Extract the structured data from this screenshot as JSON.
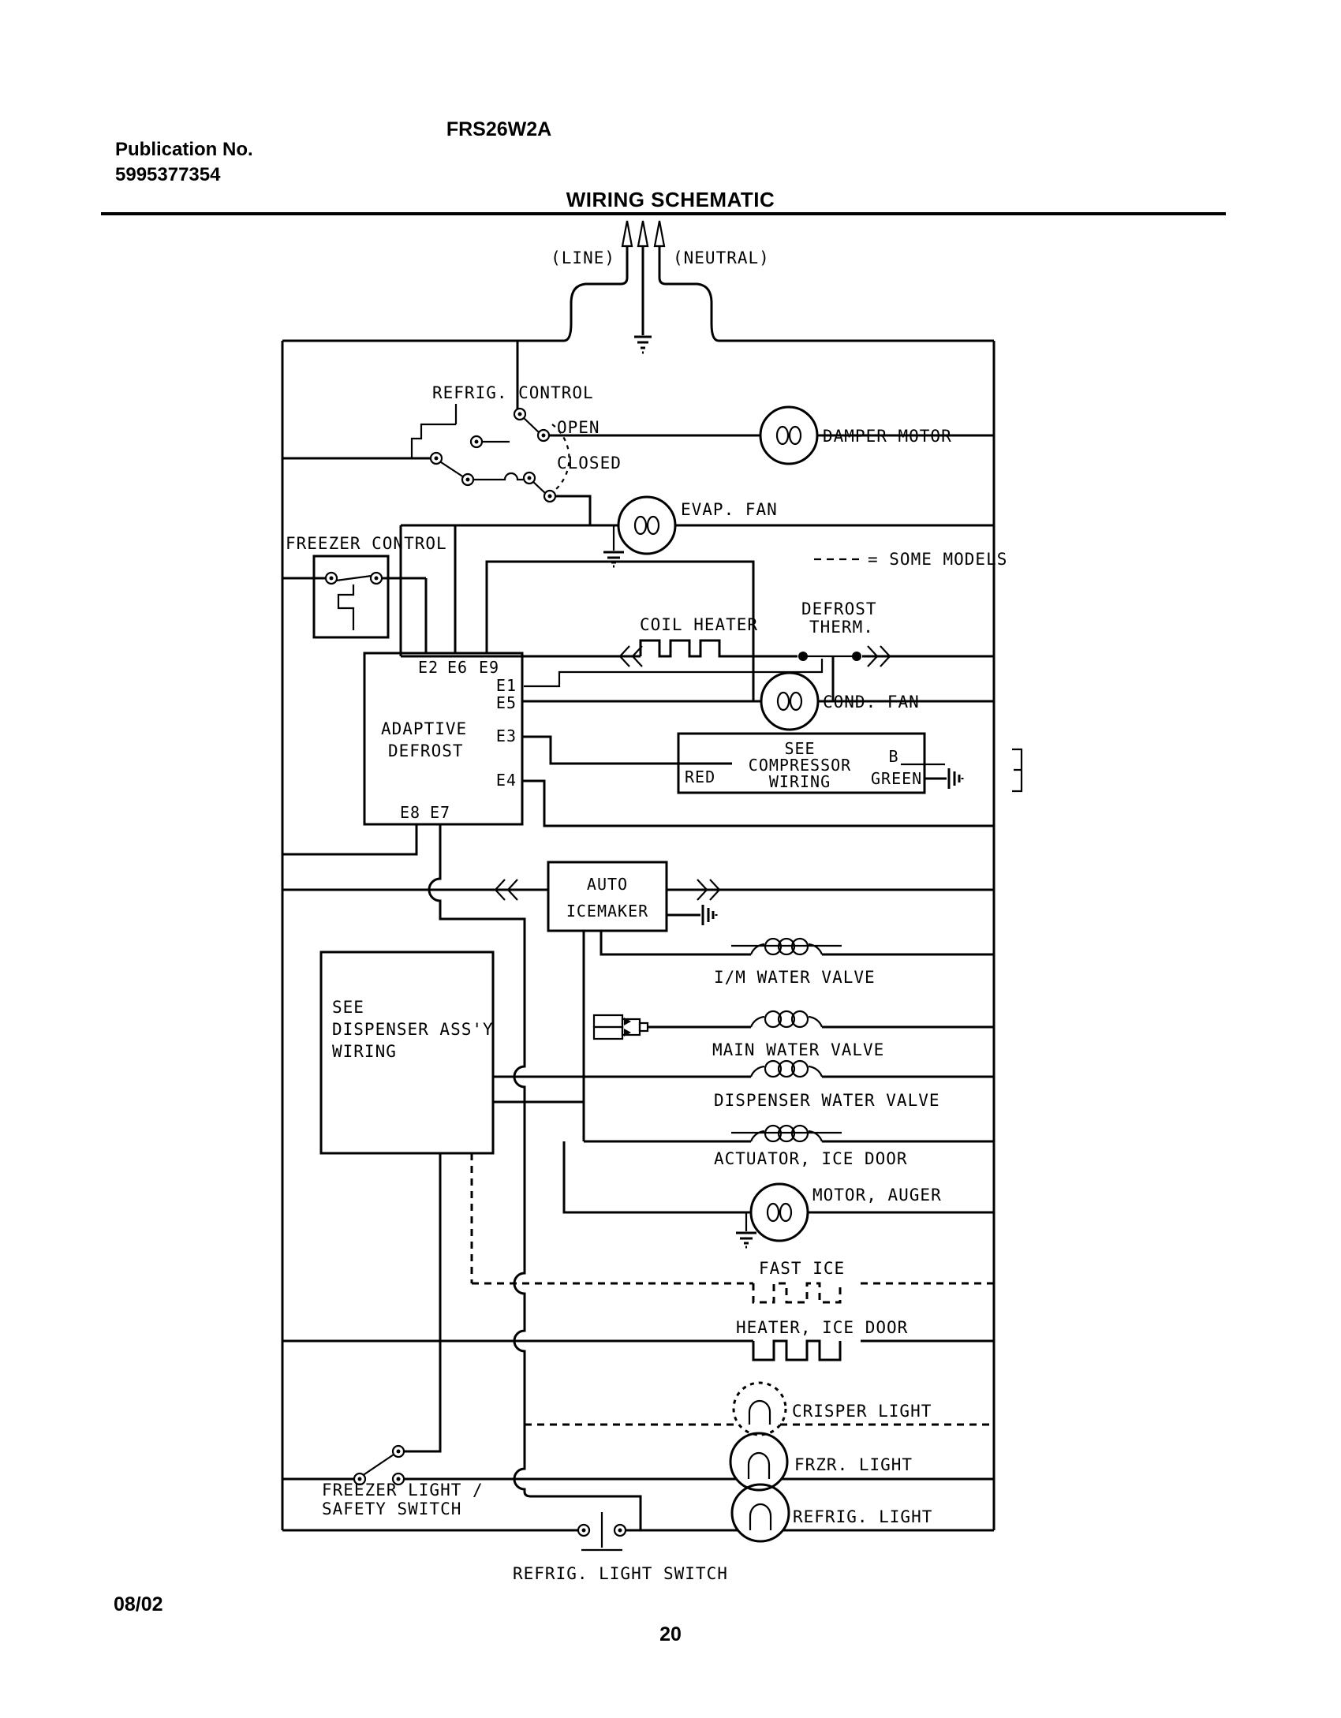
{
  "header": {
    "publication_label": "Publication No.",
    "publication_number": "5995377354",
    "model": "FRS26W2A",
    "title": "WIRING SCHEMATIC"
  },
  "footer": {
    "date": "08/02",
    "page": "20"
  },
  "power": {
    "line": "(LINE)",
    "neutral": "(NEUTRAL)"
  },
  "legend": {
    "some_models": "= SOME MODELS"
  },
  "labels": {
    "refrig_control": "REFRIG. CONTROL",
    "open": "OPEN",
    "closed": "CLOSED",
    "damper_motor": "DAMPER MOTOR",
    "evap_fan": "EVAP. FAN",
    "freezer_control": "FREEZER CONTROL",
    "coil_heater": "COIL HEATER",
    "defrost_therm_1": "DEFROST",
    "defrost_therm_2": "THERM.",
    "adaptive_1": "ADAPTIVE",
    "adaptive_2": "DEFROST",
    "cond_fan": "COND. FAN",
    "compressor_1": "SEE",
    "compressor_2": "COMPRESSOR",
    "compressor_3": "WIRING",
    "red": "RED",
    "b": "B",
    "green": "GREEN",
    "auto_1": "AUTO",
    "auto_2": "ICEMAKER",
    "dispenser_1": "SEE",
    "dispenser_2": "DISPENSER ASS'Y",
    "dispenser_3": "WIRING",
    "im_water_valve": "I/M WATER VALVE",
    "main_water_valve": "MAIN WATER VALVE",
    "dispenser_water_valve": "DISPENSER WATER VALVE",
    "actuator_ice_door": "ACTUATOR, ICE DOOR",
    "motor_auger": "MOTOR, AUGER",
    "fast_ice": "FAST ICE",
    "heater_ice_door": "HEATER, ICE DOOR",
    "crisper_light": "CRISPER LIGHT",
    "frzr_light": "FRZR. LIGHT",
    "refrig_light": "REFRIG. LIGHT",
    "freezer_switch_1": "FREEZER LIGHT /",
    "freezer_switch_2": "SAFETY SWITCH",
    "refrig_light_switch": "REFRIG. LIGHT SWITCH"
  },
  "terminals": {
    "e2": "E2",
    "e6": "E6",
    "e9": "E9",
    "e1": "E1",
    "e5": "E5",
    "e3": "E3",
    "e4": "E4",
    "e8": "E8",
    "e7": "E7"
  }
}
